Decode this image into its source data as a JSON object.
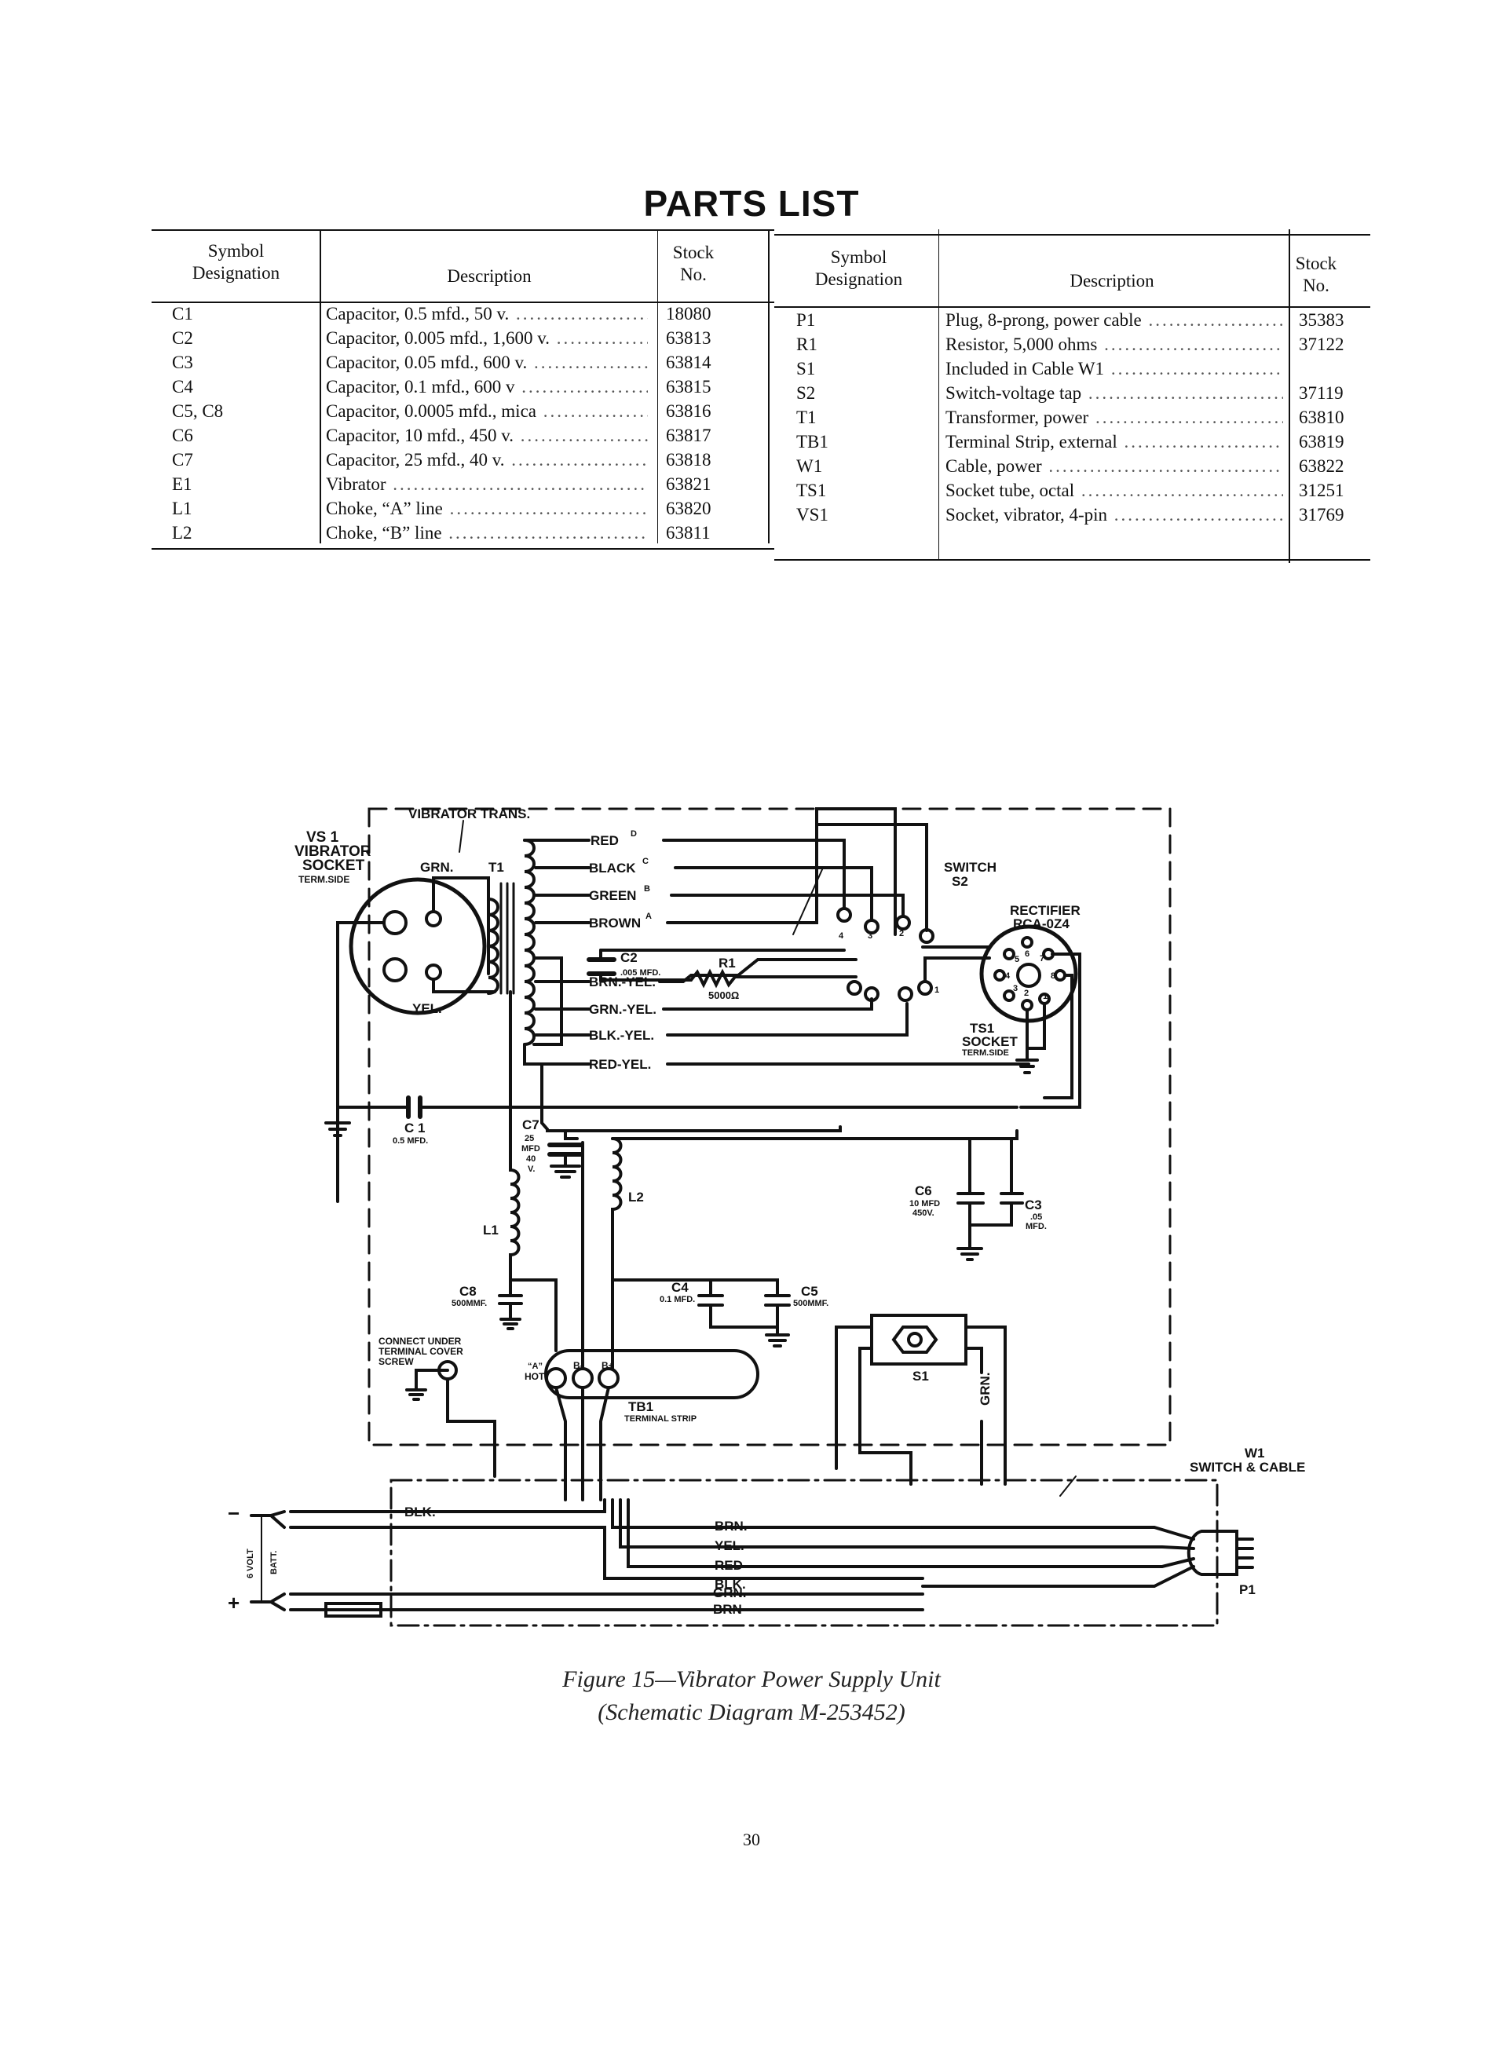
{
  "document": {
    "title": "PARTS LIST",
    "page_number": "30"
  },
  "parts_table": {
    "headers": {
      "symbol": [
        "Symbol",
        "Designation"
      ],
      "description": "Description",
      "stock": [
        "Stock",
        "No."
      ]
    },
    "left": [
      {
        "symbol": "C1",
        "description": "Capacitor, 0.5 mfd., 50 v.",
        "stock": "18080"
      },
      {
        "symbol": "C2",
        "description": "Capacitor, 0.005 mfd., 1,600 v.",
        "stock": "63813"
      },
      {
        "symbol": "C3",
        "description": "Capacitor, 0.05 mfd., 600 v.",
        "stock": "63814"
      },
      {
        "symbol": "C4",
        "description": "Capacitor, 0.1 mfd., 600 v",
        "stock": "63815"
      },
      {
        "symbol": "C5, C8",
        "description": "Capacitor, 0.0005 mfd., mica",
        "stock": "63816"
      },
      {
        "symbol": "C6",
        "description": "Capacitor, 10 mfd., 450 v.",
        "stock": "63817"
      },
      {
        "symbol": "C7",
        "description": "Capacitor, 25 mfd., 40 v.",
        "stock": "63818"
      },
      {
        "symbol": "E1",
        "description": "Vibrator",
        "stock": "63821"
      },
      {
        "symbol": "L1",
        "description": "Choke, “A” line",
        "stock": "63820"
      },
      {
        "symbol": "L2",
        "description": "Choke, “B” line",
        "stock": "63811"
      }
    ],
    "right": [
      {
        "symbol": "P1",
        "description": "Plug, 8-prong, power cable",
        "stock": "35383"
      },
      {
        "symbol": "R1",
        "description": "Resistor, 5,000 ohms",
        "stock": "37122"
      },
      {
        "symbol": "S1",
        "description": "Included in Cable W1",
        "stock": ""
      },
      {
        "symbol": "S2",
        "description": "Switch-voltage tap",
        "stock": "37119"
      },
      {
        "symbol": "T1",
        "description": "Transformer, power",
        "stock": "63810"
      },
      {
        "symbol": "TB1",
        "description": "Terminal Strip, external",
        "stock": "63819"
      },
      {
        "symbol": "W1",
        "description": "Cable, power",
        "stock": "63822"
      },
      {
        "symbol": "TS1",
        "description": "Socket tube, octal",
        "stock": "31251"
      },
      {
        "symbol": "VS1",
        "description": "Socket, vibrator, 4-pin",
        "stock": "31769"
      }
    ]
  },
  "schematic": {
    "labels": {
      "vibrator_trans": "VIBRATOR TRANS.",
      "vs1": "VS 1",
      "vibrator": "VIBRATOR",
      "socket": "SOCKET",
      "term_side": "TERM.SIDE",
      "grn": "GRN.",
      "t1": "T1",
      "yel": "YEL.",
      "red": "RED",
      "black": "BLACK",
      "green": "GREEN",
      "brown": "BROWN",
      "tap_d": "D",
      "tap_c": "C",
      "tap_b": "B",
      "tap_a": "A",
      "c2": "C2",
      "c2_value": ".005 MFD.",
      "r1": "R1",
      "r1_value": "5000Ω",
      "brn_yel": "BRN.-YEL.",
      "grn_yel": "GRN.-YEL.",
      "blk_yel": "BLK.-YEL.",
      "red_yel": "RED-YEL.",
      "switch": "SWITCH",
      "s2": "S2",
      "rectifier": "RECTIFIER",
      "rca_0z4": "RCA-0Z4",
      "ts1": "TS1",
      "ts1_socket": "SOCKET",
      "ts1_term": "TERM.SIDE",
      "c1": "C 1",
      "c1_value": "0.5 MFD.",
      "c7": "C7",
      "c7_v1": "25",
      "c7_v2": "MFD",
      "c7_v3": "40",
      "c7_v4": "V.",
      "l1": "L1",
      "l2": "L2",
      "c8": "C8",
      "c8_value": "500MMF.",
      "c4": "C4",
      "c4_value": "0.1 MFD.",
      "c5": "C5",
      "c5_value": "500MMF.",
      "c6": "C6",
      "c6_v1": "10 MFD",
      "c6_v2": "450V.",
      "c3": "C3",
      "c3_v1": ".05",
      "c3_v2": "MFD.",
      "connect_1": "CONNECT UNDER",
      "connect_2": "TERMINAL COVER",
      "connect_3": "SCREW",
      "tb_a_hot_1": "“A”",
      "tb_a_hot_2": "HOT",
      "tb_b_minus": "B-",
      "tb_b_plus": "B+",
      "tb1": "TB1",
      "terminal_strip": "TERMINAL STRIP",
      "s1": "S1",
      "grn_vertical": "GRN.",
      "w1": "W1",
      "switch_cable": "SWITCH & CABLE",
      "cable_blk_top": "BLK.",
      "cable_brn": "BRN.",
      "cable_yel": "YEL.",
      "cable_red": "RED",
      "cable_blk": "BLK.",
      "cable_grn": "GRN.",
      "cable_brn2": "BRN",
      "batt_volt": "6 VOLT",
      "batt_batt": "BATT.",
      "minus": "−",
      "plus": "+",
      "p1": "P1",
      "pin_4": "4",
      "pin_3": "3",
      "pin_2": "2",
      "pin_1": "1",
      "oct_1": "1",
      "oct_2": "2",
      "oct_3": "3",
      "oct_4": "4",
      "oct_5": "5",
      "oct_6": "6",
      "oct_7": "7",
      "oct_8": "8"
    }
  },
  "caption": {
    "line1": "Figure 15—Vibrator Power Supply Unit",
    "line2": "(Schematic Diagram M-253452)"
  }
}
